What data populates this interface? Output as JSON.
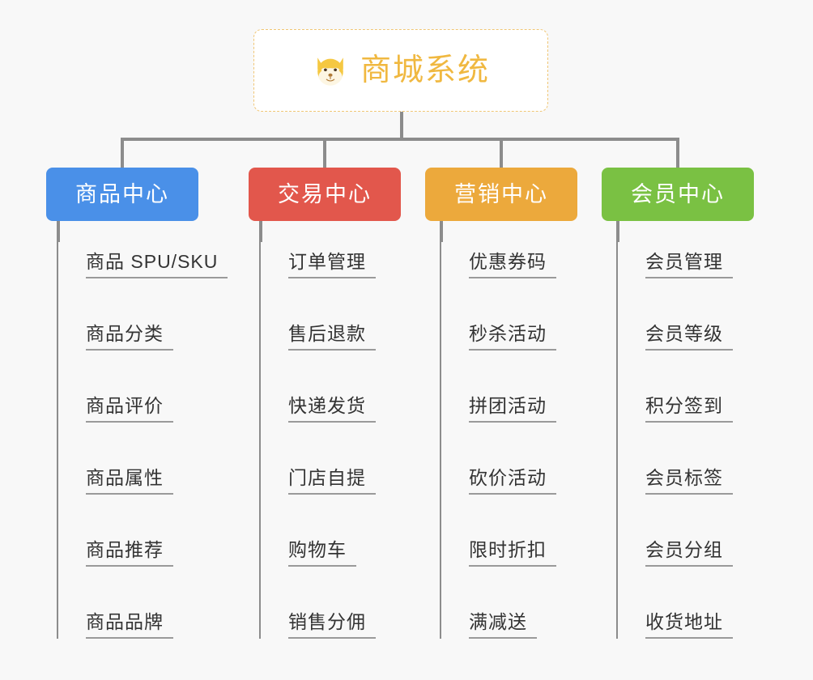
{
  "page": {
    "background_color": "#f8f8f8",
    "layout": "mindmap-tree",
    "orientation": "top-down"
  },
  "root": {
    "title": "商城系统",
    "icon": "shiba-dog-face-icon",
    "text_color": "#f0b840",
    "border_color": "#f0c675",
    "background_color": "#ffffff",
    "border_style": "dashed"
  },
  "connector": {
    "color": "#8c8c8c"
  },
  "branches": [
    {
      "label": "商品中心",
      "color": "#4a90e8",
      "text_color": "#ffffff",
      "items": [
        "商品 SPU/SKU",
        "商品分类",
        "商品评价",
        "商品属性",
        "商品推荐",
        "商品品牌"
      ]
    },
    {
      "label": "交易中心",
      "color": "#e2574c",
      "text_color": "#ffffff",
      "items": [
        "订单管理",
        "售后退款",
        "快递发货",
        "门店自提",
        "购物车",
        "销售分佣"
      ]
    },
    {
      "label": "营销中心",
      "color": "#eca93c",
      "text_color": "#ffffff",
      "items": [
        "优惠券码",
        "秒杀活动",
        "拼团活动",
        "砍价活动",
        "限时折扣",
        "满减送"
      ]
    },
    {
      "label": "会员中心",
      "color": "#7ac143",
      "text_color": "#ffffff",
      "items": [
        "会员管理",
        "会员等级",
        "积分签到",
        "会员标签",
        "会员分组",
        "收货地址"
      ]
    }
  ]
}
